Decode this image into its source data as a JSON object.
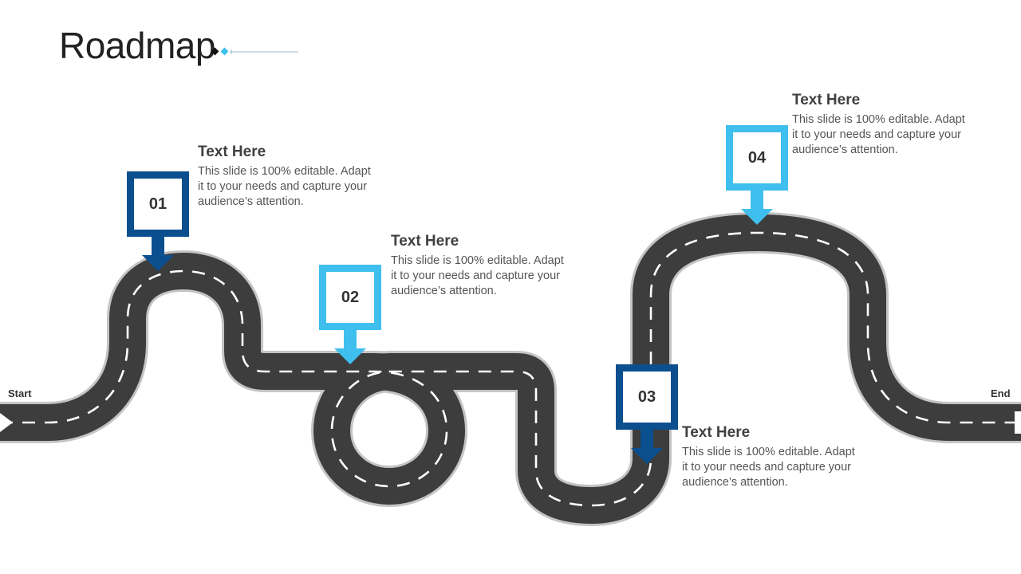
{
  "slide": {
    "title": "Roadmap",
    "start_label": "Start",
    "end_label": "End"
  },
  "colors": {
    "road": "#3d3d3d",
    "road_edge": "#bdbdbd",
    "dash": "#ffffff",
    "dark_blue": "#0b4f8f",
    "light_blue": "#3fbfed"
  },
  "milestones": [
    {
      "number": "01",
      "heading": "Text Here",
      "body": "This slide is 100% editable. Adapt it to your needs and capture your audience’s attention.",
      "color": "dark_blue"
    },
    {
      "number": "02",
      "heading": "Text Here",
      "body": "This slide is 100% editable. Adapt it to your needs and capture your audience’s attention.",
      "color": "light_blue"
    },
    {
      "number": "03",
      "heading": "Text Here",
      "body": "This slide is 100% editable. Adapt it to your needs and capture your audience’s attention.",
      "color": "dark_blue"
    },
    {
      "number": "04",
      "heading": "Text Here",
      "body": "This slide is 100% editable. Adapt it to your needs and capture your audience’s attention.",
      "color": "light_blue"
    }
  ]
}
